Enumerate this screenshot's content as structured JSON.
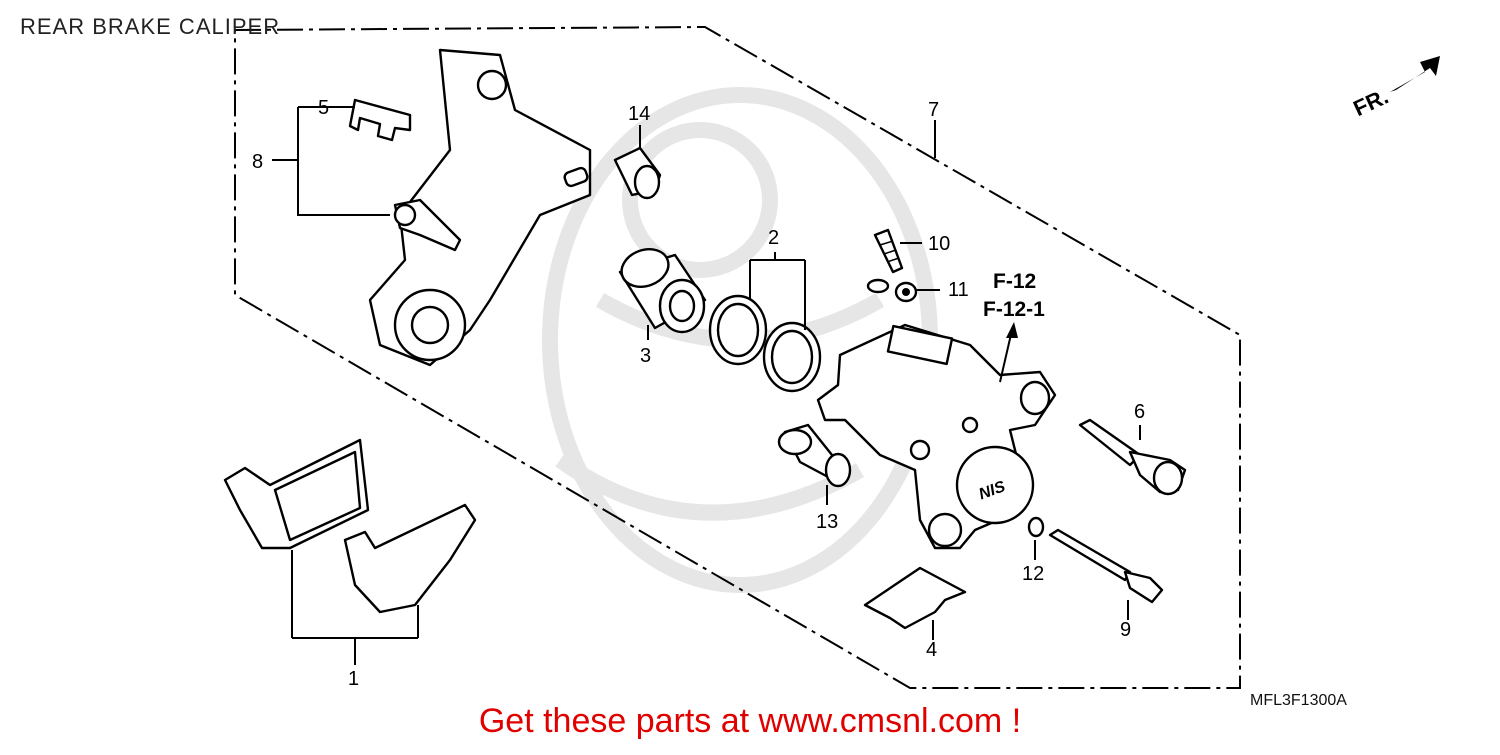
{
  "title": "REAR BRAKE CALIPER",
  "footer": "Get these parts at www.cmsnl.com !",
  "diagram_code": "MFL3F1300A",
  "direction_label": "FR.",
  "references": [
    "F-12",
    "F-12-1"
  ],
  "colors": {
    "footer": "#e00000",
    "line": "#000000",
    "watermark": "#e6e6e6"
  },
  "callouts": [
    {
      "id": "c1",
      "label": "1"
    },
    {
      "id": "c2",
      "label": "2"
    },
    {
      "id": "c3",
      "label": "3"
    },
    {
      "id": "c4",
      "label": "4"
    },
    {
      "id": "c5",
      "label": "5"
    },
    {
      "id": "c6",
      "label": "6"
    },
    {
      "id": "c7",
      "label": "7"
    },
    {
      "id": "c8",
      "label": "8"
    },
    {
      "id": "c9",
      "label": "9"
    },
    {
      "id": "c10",
      "label": "10"
    },
    {
      "id": "c11",
      "label": "11"
    },
    {
      "id": "c12",
      "label": "12"
    },
    {
      "id": "c13",
      "label": "13"
    },
    {
      "id": "c14",
      "label": "14"
    }
  ]
}
